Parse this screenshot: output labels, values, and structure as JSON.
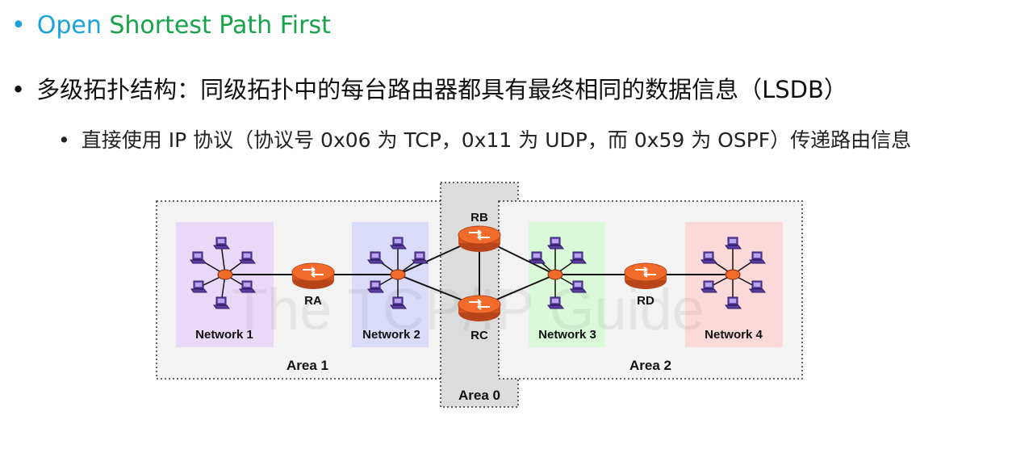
{
  "bullets": {
    "b1": {
      "open": "Open ",
      "rest": "Shortest Path First"
    },
    "b2": "多级拓扑结构：同级拓扑中的每台路由器都具有最终相同的数据信息（LSDB）",
    "b3": "直接使用 IP 协议（协议号 0x06 为 TCP，0x11 为 UDP，而 0x59 为 OSPF）传递路由信息"
  },
  "diagram": {
    "areas": [
      "Area 1",
      "Area 0",
      "Area 2"
    ],
    "networks": [
      "Network 1",
      "Network 2",
      "Network 3",
      "Network 4"
    ],
    "routers": [
      "RA",
      "RB",
      "RC",
      "RD"
    ],
    "watermark": "The TCP/IP Guide"
  },
  "colors": {
    "accent_blue": "#1aa3d9",
    "accent_green": "#17a34a",
    "router_orange": "#f26b2a",
    "net1": "#e8d9f9",
    "net2": "#d9dbf9",
    "net3": "#d9f9d9",
    "net4": "#fbd9d9"
  }
}
